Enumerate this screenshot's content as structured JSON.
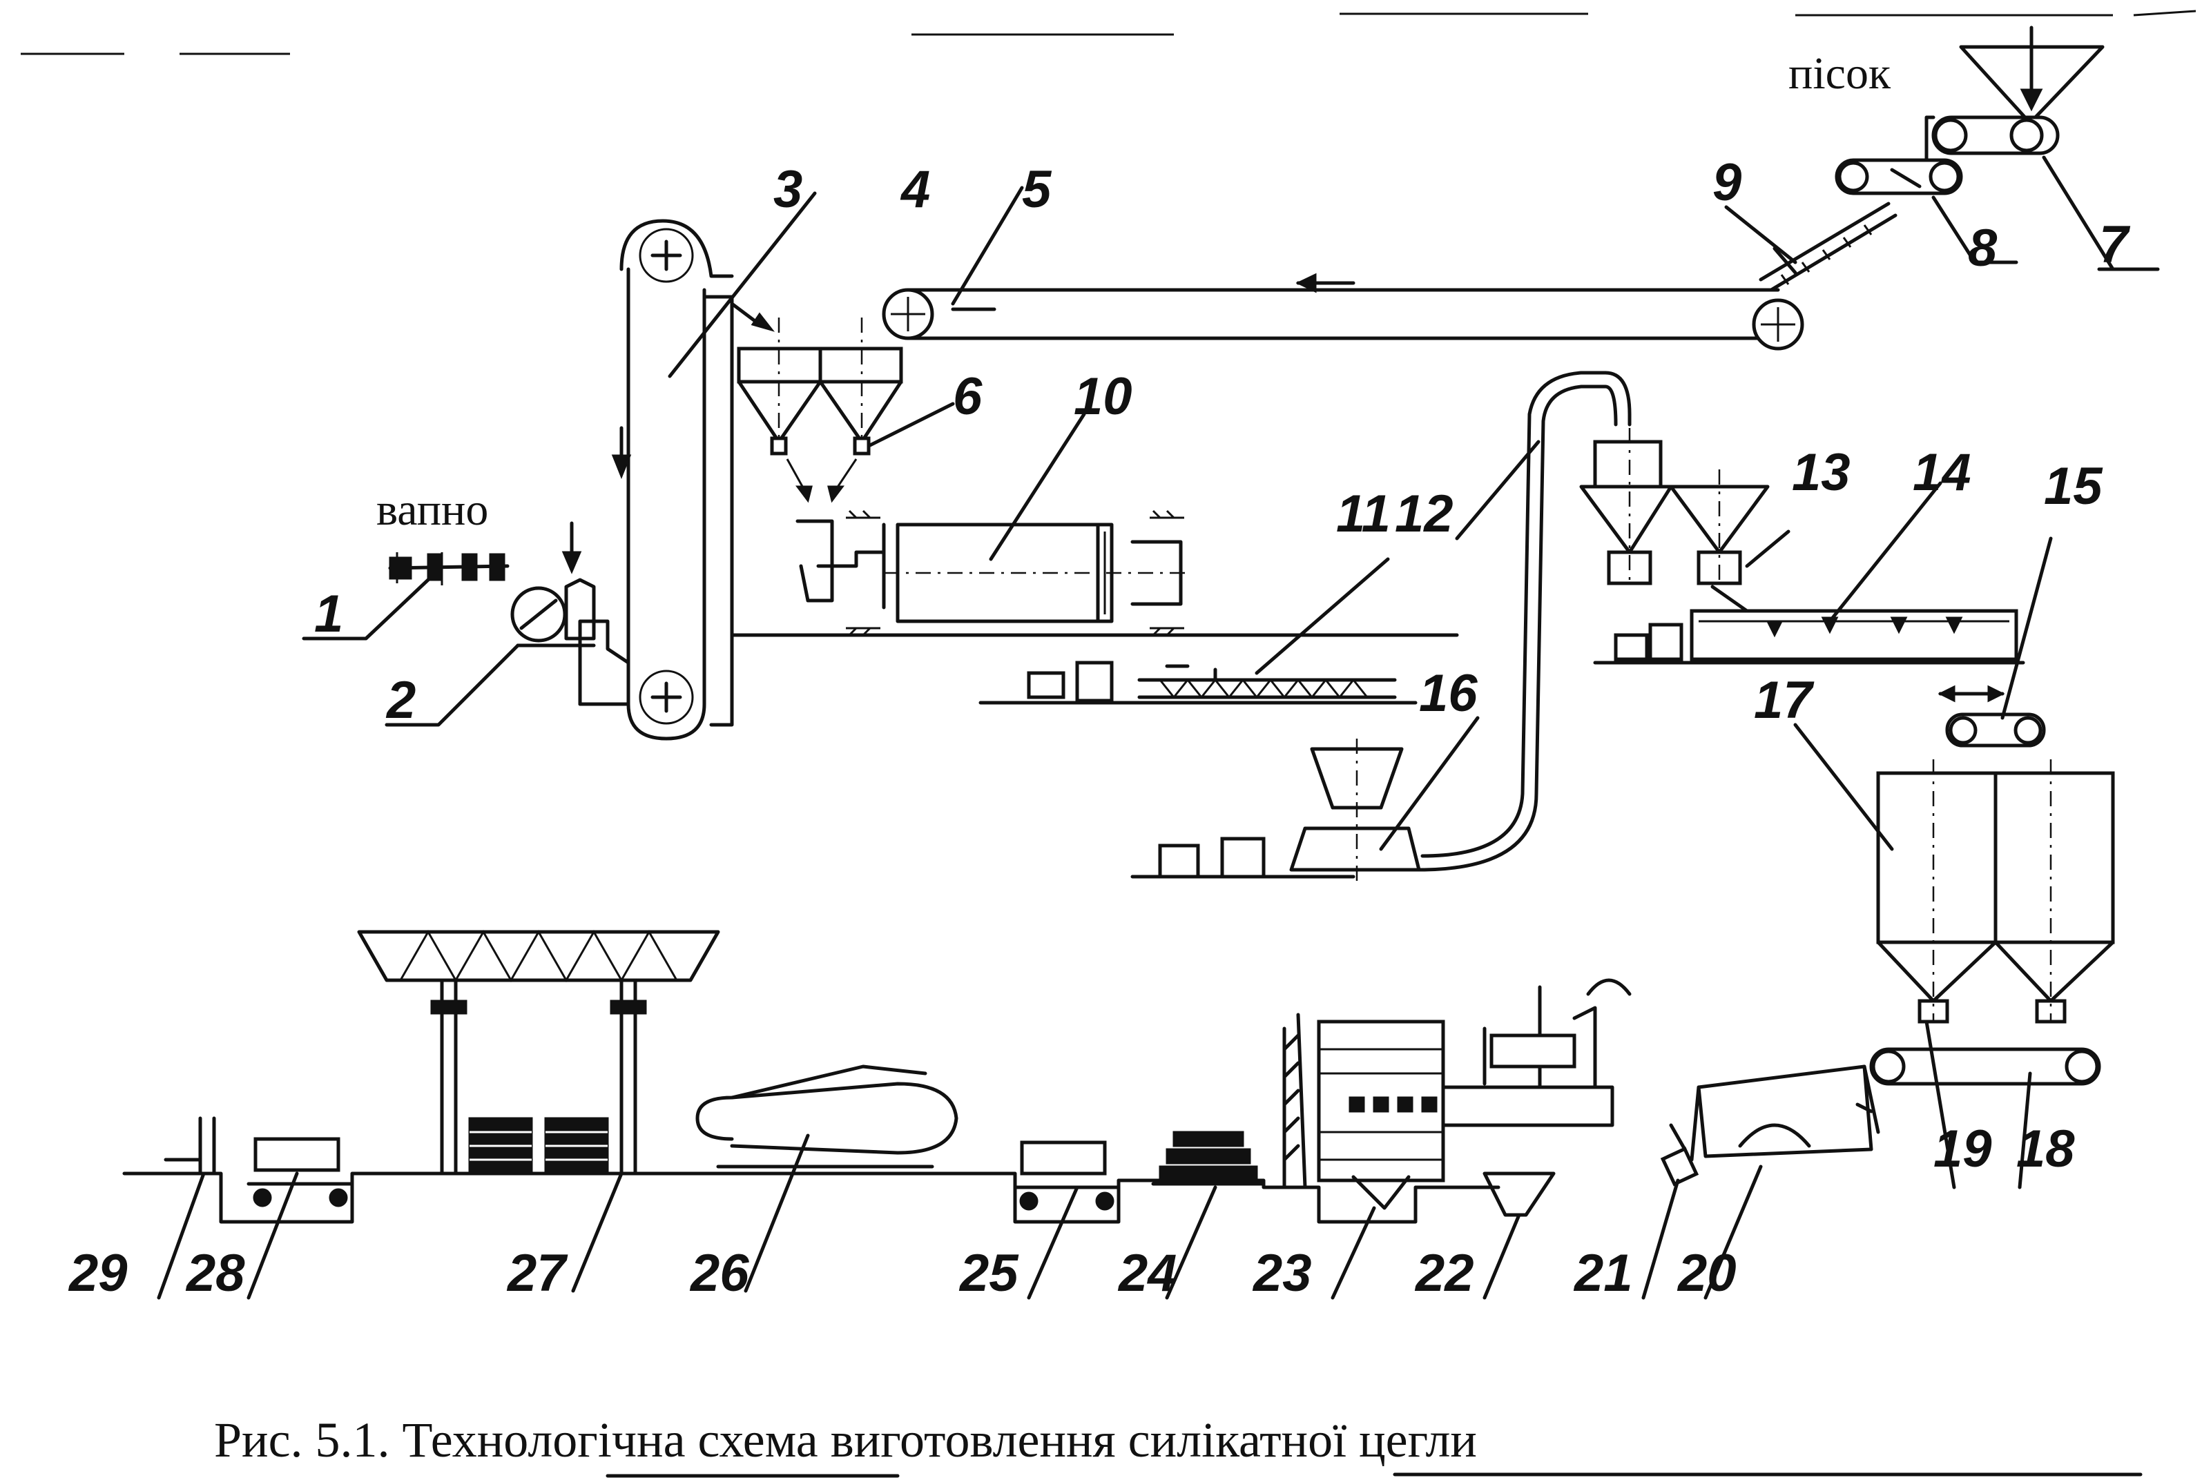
{
  "labels": {
    "pisok": "пісок",
    "vapno": "вапно"
  },
  "numbers": [
    "1",
    "2",
    "3",
    "4",
    "5",
    "6",
    "7",
    "8",
    "9",
    "10",
    "11",
    "12",
    "13",
    "14",
    "15",
    "16",
    "17",
    "18",
    "19",
    "20",
    "21",
    "22",
    "23",
    "24",
    "25",
    "26",
    "27",
    "28",
    "29"
  ],
  "caption": "Рис. 5.1. Технологічна схема виготовлення силікатної цегли"
}
